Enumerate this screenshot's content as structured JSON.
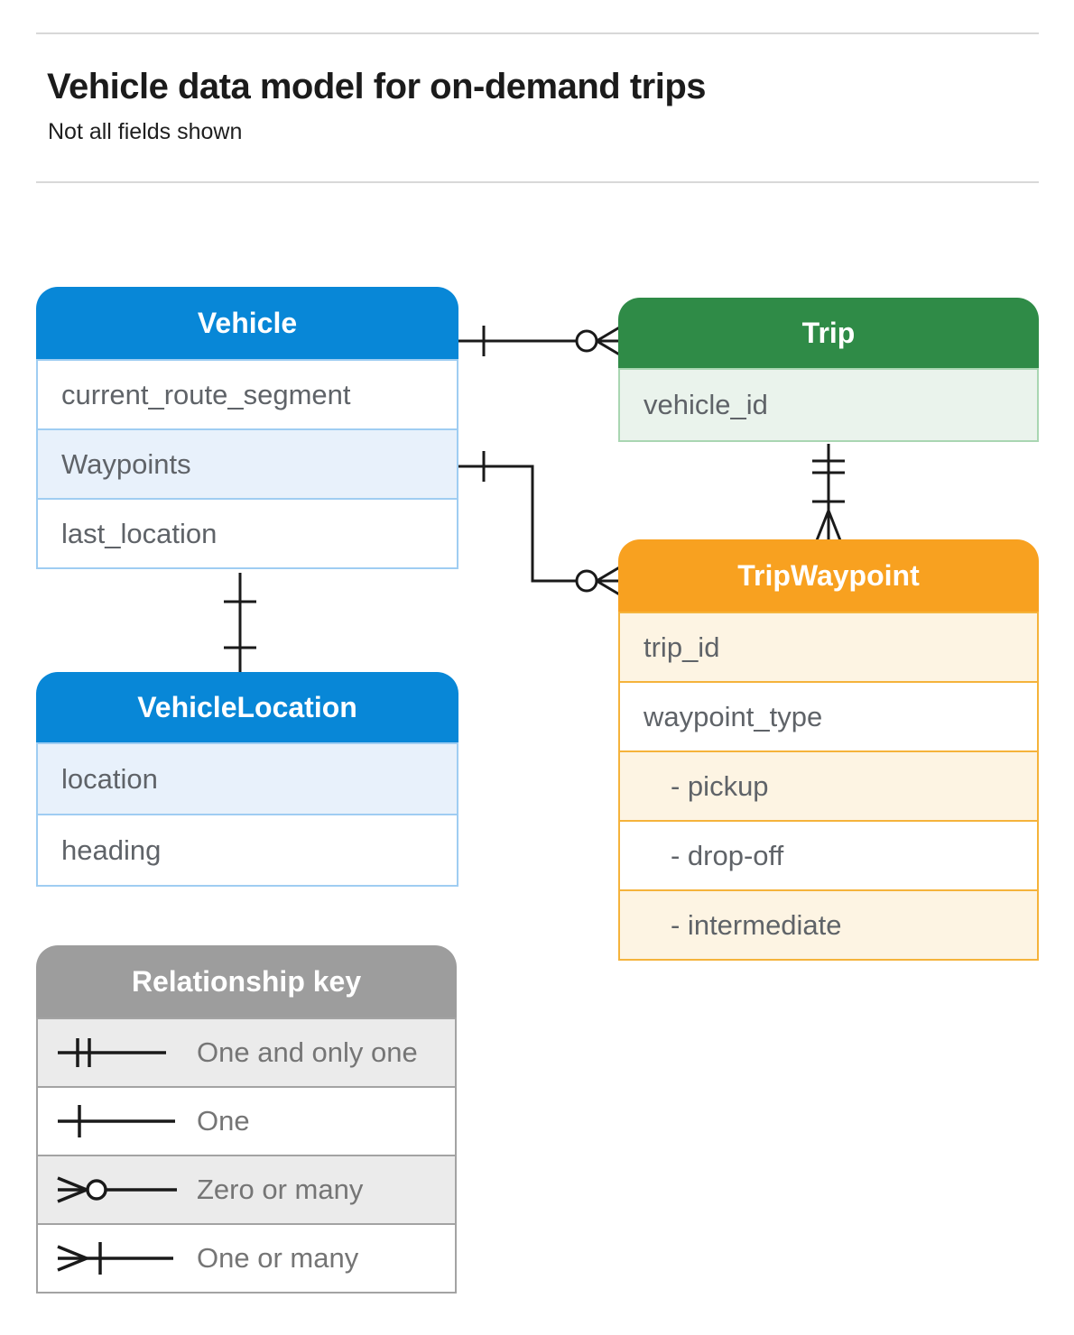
{
  "header": {
    "title": "Vehicle data model for on-demand trips",
    "subtitle": "Not all fields shown"
  },
  "entities": {
    "vehicle": {
      "title": "Vehicle",
      "rows": [
        {
          "text": "current_route_segment"
        },
        {
          "text": "Waypoints"
        },
        {
          "text": "last_location"
        }
      ]
    },
    "trip": {
      "title": "Trip",
      "rows": [
        {
          "text": "vehicle_id"
        }
      ]
    },
    "trip_waypoint": {
      "title": "TripWaypoint",
      "rows": [
        {
          "text": "trip_id"
        },
        {
          "text": "waypoint_type"
        },
        {
          "text": "- pickup"
        },
        {
          "text": "- drop-off"
        },
        {
          "text": "- intermediate"
        }
      ]
    },
    "vehicle_location": {
      "title": "VehicleLocation",
      "rows": [
        {
          "text": "location"
        },
        {
          "text": "heading"
        }
      ]
    }
  },
  "legend": {
    "title": "Relationship key",
    "items": [
      {
        "symbol": "one-and-only-one",
        "label": "One and only one"
      },
      {
        "symbol": "one",
        "label": "One"
      },
      {
        "symbol": "zero-or-many",
        "label": "Zero or many"
      },
      {
        "symbol": "one-or-many",
        "label": "One or many"
      }
    ]
  },
  "relationships": [
    {
      "from": "Vehicle",
      "to": "Trip",
      "from_end": "one",
      "to_end": "zero-or-many"
    },
    {
      "from": "Vehicle.Waypoints",
      "to": "TripWaypoint",
      "from_end": "one",
      "to_end": "zero-or-many"
    },
    {
      "from": "Trip",
      "to": "TripWaypoint",
      "from_end": "one-and-only-one",
      "to_end": "one-or-many"
    },
    {
      "from": "Vehicle",
      "to": "VehicleLocation",
      "from_end": "one",
      "to_end": "one"
    }
  ],
  "colors": {
    "blue_header": "#0887d7",
    "blue_row": "#e8f1fb",
    "blue_border": "#9fcdf2",
    "green_header": "#2f8b47",
    "green_row": "#eaf3ec",
    "green_border": "#a9d6b2",
    "orange_header": "#f8a120",
    "orange_row": "#fdf4e3",
    "orange_border": "#f5b33b",
    "gray_header": "#9d9d9d",
    "gray_row": "#ebebeb",
    "gray_border": "#a3a3a3",
    "row_text": "#5f6368",
    "legend_text": "#757575",
    "connector": "#1a1a1a",
    "divider": "#d8d8d8",
    "title_text": "#1b1b1b"
  }
}
